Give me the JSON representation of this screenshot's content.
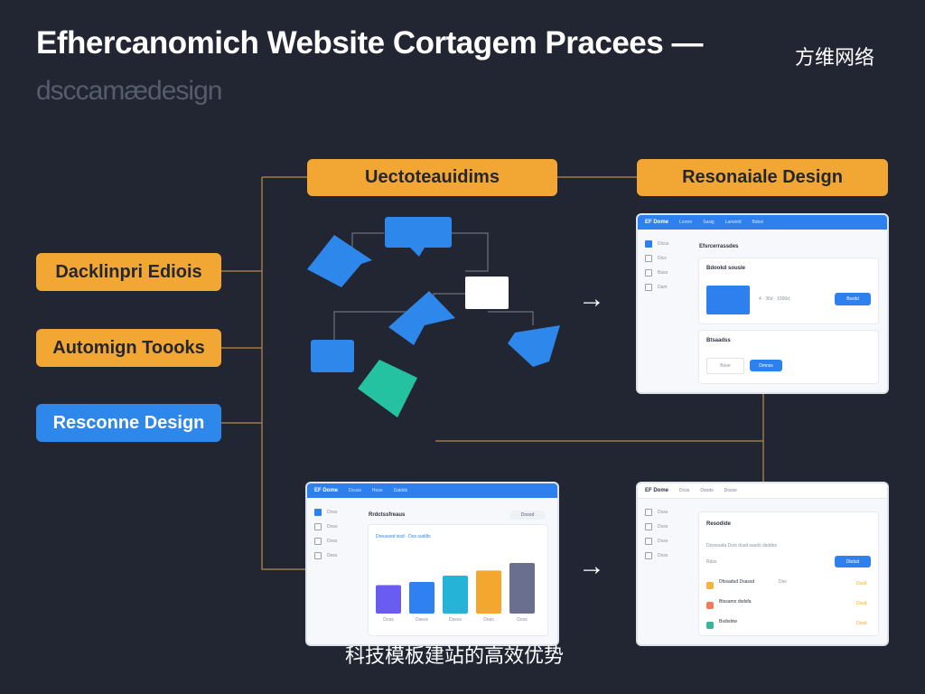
{
  "header": {
    "title": "Efhercanomich Website Cortagem Pracees —",
    "subtitle": "dsccamædesign",
    "brand": "方维网络"
  },
  "caption": "科技模板建站的高效优势",
  "nodes": {
    "top_center": "Uectoteauidims",
    "top_right": "Resonaiale Design",
    "left_1": "Dacklinpri Ediois",
    "left_2": "Automign Toooks",
    "left_3": "Resconne Design"
  },
  "arrows": {
    "symbol": "→"
  },
  "panel_1": {
    "logo": "EF Dome",
    "menu": [
      "Lorem",
      "Sasig",
      "Lamintd",
      "Bdosi"
    ],
    "side": [
      "Dicus",
      "Dics",
      "Bass",
      "Dam"
    ],
    "heading": "Efsrcerrassdes",
    "card_title": "Bdookd sousle",
    "card_text": "4 · 36d · 1000d",
    "card_button": "Bsstid",
    "second_title": "Btsaadss",
    "select_value": "Bose",
    "second_button": "Dmnss"
  },
  "panel_2": {
    "logo": "EF Dome",
    "menu": [
      "Dcuss",
      "Hose",
      "Daldds"
    ],
    "side": [
      "Doss",
      "Doos",
      "Doss",
      "Dess"
    ],
    "heading": "Rrdctssfreaus",
    "chip": "Dosod",
    "subtext": "Dreussed sisd · Dos sudilts",
    "bars": [
      {
        "value": 0.45,
        "color": "#6a5cf0"
      },
      {
        "value": 0.5,
        "color": "#2f80f0"
      },
      {
        "value": 0.6,
        "color": "#25b4d8"
      },
      {
        "value": 0.68,
        "color": "#f4a72e"
      },
      {
        "value": 0.8,
        "color": "#6b6f8e"
      }
    ],
    "bar_labels": [
      "Doss",
      "Dsess",
      "Dsess",
      "Doss",
      "Doss"
    ]
  },
  "panel_3": {
    "logo": "EF Dome",
    "menu": [
      "Dcos",
      "Dsods",
      "Dosse"
    ],
    "side": [
      "Doss",
      "Doss",
      "Doss",
      "Doss"
    ],
    "heading": "Resodide",
    "subtext": "Dosssuda Dsrs dusd sasds dsddes",
    "label": "Rdss",
    "button": "Dbdsd",
    "list": [
      {
        "title": "Dfssadud Dsassd",
        "meta": "Dss",
        "status": "Dssd",
        "icon_color": "#f4b43a"
      },
      {
        "title": "Btssamo dsdsfa",
        "meta": "",
        "status": "Dssd",
        "icon_color": "#f07a5a"
      },
      {
        "title": "Bsdsdsw",
        "meta": "",
        "status": "Dssd",
        "icon_color": "#3bb59a"
      }
    ]
  },
  "colors": {
    "background": "#222633",
    "orange": "#f2a735",
    "blue": "#2e87ea",
    "connector": "#9c7a48"
  }
}
